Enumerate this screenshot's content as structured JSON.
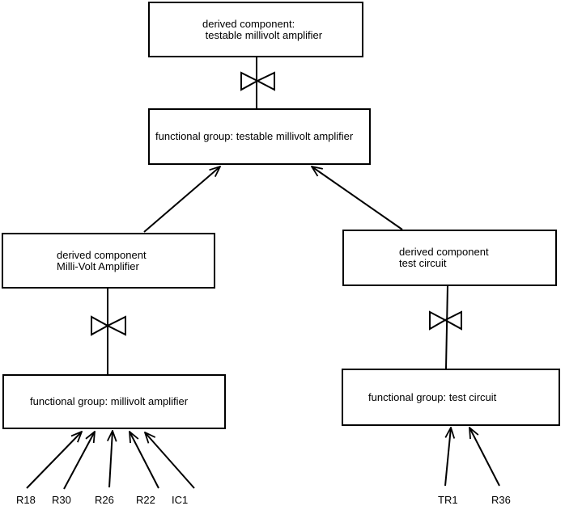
{
  "diagram": {
    "colors": {
      "background": "#ffffff",
      "line": "#000000",
      "text": "#000000"
    },
    "nodes": {
      "top_derived": {
        "line1": "derived component:",
        "line2": " testable millivolt amplifier"
      },
      "top_functional": {
        "label": "functional group: testable millivolt amplifier"
      },
      "left_derived": {
        "line1": "derived component",
        "line2": "Milli-Volt Amplifier"
      },
      "left_functional": {
        "label": "functional group: millivolt amplifier"
      },
      "right_derived": {
        "line1": "derived component",
        "line2": "test circuit"
      },
      "right_functional": {
        "label": "functional group: test circuit"
      }
    },
    "leaf_labels_left": [
      "R18",
      "R30",
      "R26",
      "R22",
      "IC1"
    ],
    "leaf_labels_right": [
      "TR1",
      "R36"
    ]
  }
}
